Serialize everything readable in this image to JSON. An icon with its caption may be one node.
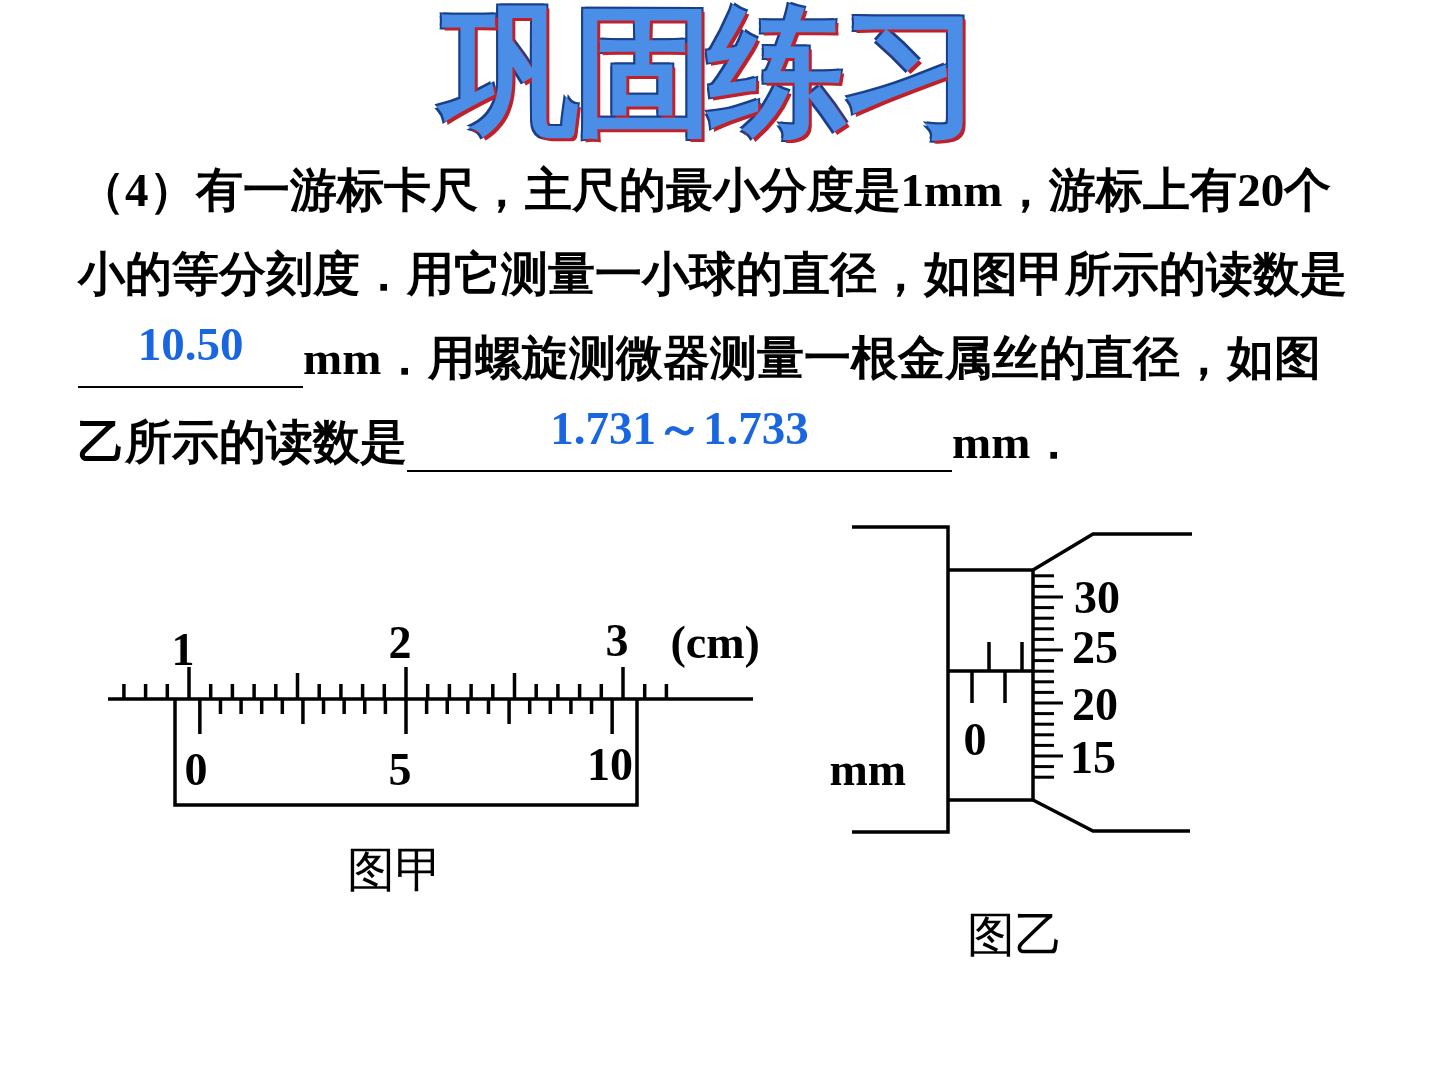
{
  "diagram": {
    "title": "巩固练习",
    "labels": [
      "（4）有一游标卡尺，主尺的最小分度是1mm，游标上有20个小的等分刻度．用它测量一小球的直径，如图甲所示的读数是",
      "10.50",
      "mm．用螺旋测微器测量一根金属丝的直径，如图乙所示的读数是",
      "1.731～1.733",
      "mm．",
      "1",
      "2",
      "3",
      "(cm)",
      "0",
      "5",
      "10",
      "图甲",
      "mm",
      "0",
      "30",
      "25",
      "20",
      "15",
      "图乙"
    ]
  }
}
